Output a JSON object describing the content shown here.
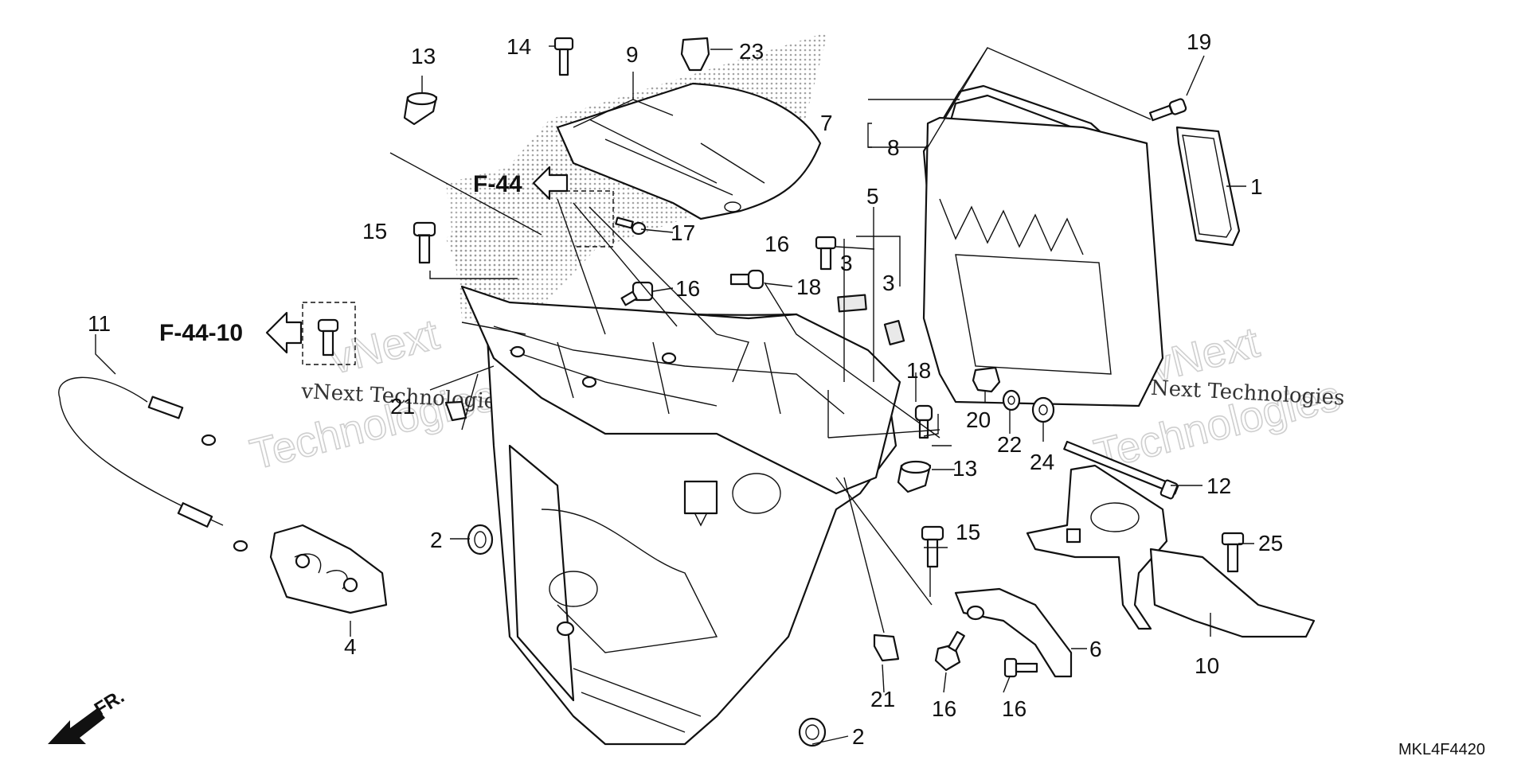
{
  "callouts": [
    {
      "id": "c1",
      "text": "1"
    },
    {
      "id": "c2a",
      "text": "2"
    },
    {
      "id": "c2b",
      "text": "2"
    },
    {
      "id": "c3a",
      "text": "3"
    },
    {
      "id": "c3b",
      "text": "3"
    },
    {
      "id": "c4",
      "text": "4"
    },
    {
      "id": "c5",
      "text": "5"
    },
    {
      "id": "c6",
      "text": "6"
    },
    {
      "id": "c7",
      "text": "7"
    },
    {
      "id": "c8",
      "text": "8"
    },
    {
      "id": "c9",
      "text": "9"
    },
    {
      "id": "c10",
      "text": "10"
    },
    {
      "id": "c11",
      "text": "11"
    },
    {
      "id": "c12",
      "text": "12"
    },
    {
      "id": "c13a",
      "text": "13"
    },
    {
      "id": "c13b",
      "text": "13"
    },
    {
      "id": "c14",
      "text": "14"
    },
    {
      "id": "c15a",
      "text": "15"
    },
    {
      "id": "c15b",
      "text": "15"
    },
    {
      "id": "c16a",
      "text": "16"
    },
    {
      "id": "c16b",
      "text": "16"
    },
    {
      "id": "c16c",
      "text": "16"
    },
    {
      "id": "c16d",
      "text": "16"
    },
    {
      "id": "c17",
      "text": "17"
    },
    {
      "id": "c18a",
      "text": "18"
    },
    {
      "id": "c18b",
      "text": "18"
    },
    {
      "id": "c19",
      "text": "19"
    },
    {
      "id": "c20",
      "text": "20"
    },
    {
      "id": "c21a",
      "text": "21"
    },
    {
      "id": "c21b",
      "text": "21"
    },
    {
      "id": "c22",
      "text": "22"
    },
    {
      "id": "c23",
      "text": "23"
    },
    {
      "id": "c24",
      "text": "24"
    },
    {
      "id": "c25",
      "text": "25"
    }
  ],
  "references": {
    "f44": "F-44",
    "f4410": "F-44-10",
    "front": "FR."
  },
  "diagram_code": "MKL4F4420",
  "watermarks": {
    "brand_line1": "vNext",
    "brand_line2": "Technologies",
    "small_left": "vNext Technologies",
    "small_right": "vNext Technologies"
  }
}
